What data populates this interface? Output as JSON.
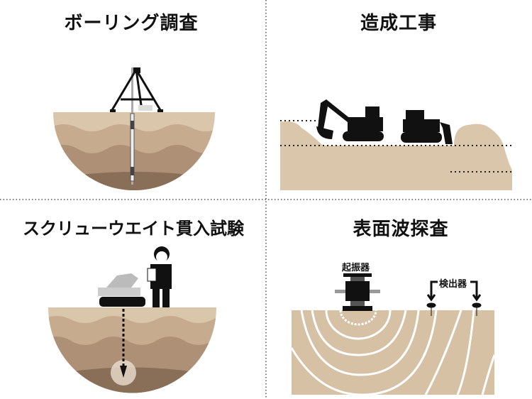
{
  "panels": [
    {
      "title": "ボーリング調査"
    },
    {
      "title": "造成工事"
    },
    {
      "title": "スクリューウエイト貫入試験"
    },
    {
      "title": "表面波探査",
      "labels": {
        "vibrator": "起振器",
        "detector": "検出器"
      }
    }
  ],
  "colors": {
    "soil_light": "#dac6ab",
    "soil_mid": "#c6ab8e",
    "soil_dark": "#ad9076",
    "soil_deep": "#8a6f58",
    "machine": "#111111",
    "divider": "#555555"
  }
}
